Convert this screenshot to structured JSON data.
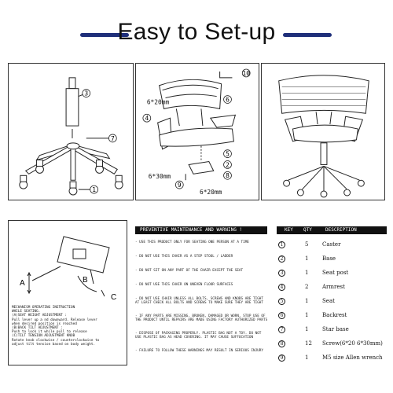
{
  "title": "Easy to Set-up",
  "colors": {
    "accent_bar": "#1f2f7a",
    "ink": "#111111"
  },
  "panel1": {
    "callouts": [
      "3",
      "7",
      "1"
    ]
  },
  "panel2": {
    "callouts": [
      "10",
      "6",
      "4",
      "5",
      "8",
      "9",
      "2"
    ],
    "dimensions": [
      "6*20mm",
      "6*30mm",
      "6*20mm"
    ]
  },
  "panel4": {
    "labels": [
      "A",
      "B",
      "C"
    ],
    "mechanism_lines": [
      "MECHANISM OPERATING INSTRUCTION",
      "WHILE SEATING.",
      "(A)SEAT HEIGHT ADJUSTMENT :",
      "Pull lever up a nd downward. Release lever",
      "when desired position is reached",
      "(B)BACK TILT ADJUSTMENT :",
      "Push to lock it while pull to release",
      "(C)TILT TENSION ADJUSTMENT KNOB",
      "Rotate knob clockwise / counterclockwise to",
      "adjust tilt tension based on body weight."
    ]
  },
  "maintenance": {
    "heading": "PREVENTIVE MAINTENANCE AND WARNING !",
    "items": [
      [
        "- USE THIS PRODUCT ONLY FOR SEATING ONE PERSON AT A TIME"
      ],
      [
        "- DO NOT USE THIS CHAIR AS A STEP STOOL / LADDER"
      ],
      [
        "- DO NOT SIT ON ANY PART OF THE CHAIR EXCEPT THE SEAT"
      ],
      [
        "- DO NOT USE THIS CHAIR ON UNEVEN FLOOR SURFACES"
      ],
      [
        "- DO NOT USE CHAIR UNLESS ALL BOLTS, SCREWS AND KNOBS ARE TIGHT",
        "AT LEAST CHECK ALL BOLTS AND SCREWS TO MAKE SURE THEY ARE TIGHT"
      ],
      [
        "- IF ANY PARTS ARE MISSING, BROKEN, DAMAGED OR WORN, STOP USE OF",
        "THE PRODUCT UNTIL REPAIRS ARE MADE USING FACTORY AUTHORIZED PARTS"
      ],
      [
        "- DISPOSE OF PACKAGING PROPERLY. PLASTIC BAG NOT A TOY. DO NOT",
        "USE PLASTIC BAG AS HEAD COVERING. IT MAY CAUSE SUFFOCATION"
      ],
      [
        "- FAILURE TO FOLLOW THESE WARNINGS MAY RESULT IN SERIOUS INJURY"
      ]
    ]
  },
  "key_table": {
    "headers": [
      "KEY",
      "QTY",
      "DESCRIPTION"
    ],
    "rows": [
      {
        "key": "1",
        "qty": "5",
        "desc": "Caster"
      },
      {
        "key": "2",
        "qty": "1",
        "desc": "Base"
      },
      {
        "key": "3",
        "qty": "1",
        "desc": "Seat post"
      },
      {
        "key": "4",
        "qty": "2",
        "desc": "Armrest"
      },
      {
        "key": "5",
        "qty": "1",
        "desc": "Seat"
      },
      {
        "key": "6",
        "qty": "1",
        "desc": "Backrest"
      },
      {
        "key": "7",
        "qty": "1",
        "desc": "Star base"
      },
      {
        "key": "8",
        "qty": "12",
        "desc": "Screw(6*20 6*30mm)"
      },
      {
        "key": "9",
        "qty": "1",
        "desc": "M5 size Allen wrench"
      }
    ]
  }
}
